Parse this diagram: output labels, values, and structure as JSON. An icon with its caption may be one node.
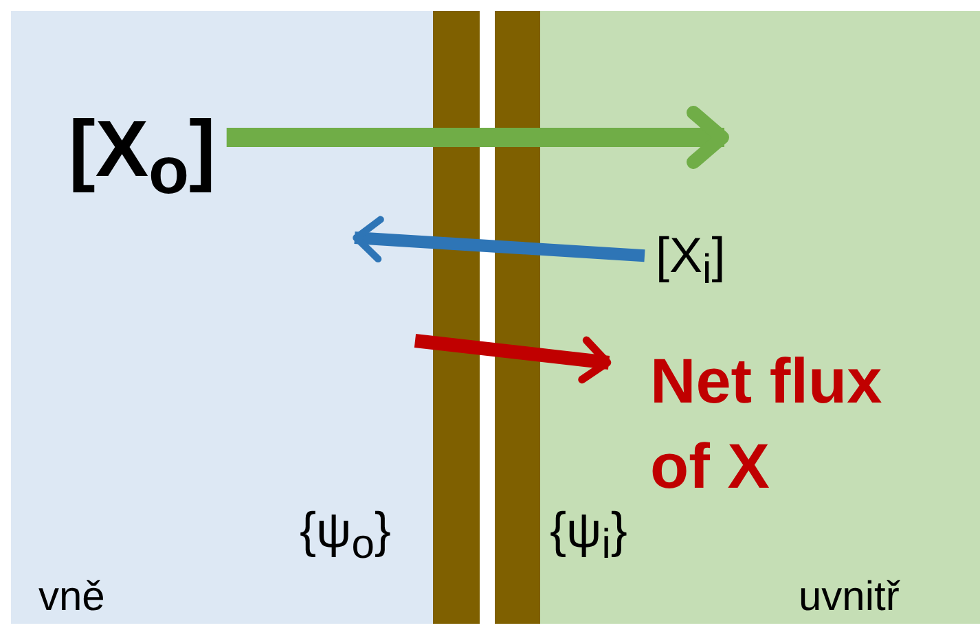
{
  "diagram": {
    "nodes": [
      {
        "text": [
          "vně"
        ]
      },
      {
        "text": [
          "uvnitř"
        ]
      },
      {
        "text": [
          "[X$_{o}$]"
        ],
        "in": 0
      },
      {
        "text": [
          "[X$_{i}$]"
        ],
        "in": 1
      },
      {
        "text": [
          "Net flux of X"
        ],
        "in": 1
      }
    ],
    "edges": [
      {
        "from": 2,
        "to": 3,
        "arrow": "to",
        "color": "#70ad47"
      },
      {
        "from": 3,
        "to": null,
        "arrow": "to",
        "color": "#2e75b6"
      },
      {
        "from": null,
        "to": 4,
        "arrow": "to",
        "color": "#c00000"
      }
    ],
    "labels": [
      "{ψ$_{o}$}",
      "{ψ$_{i}$}"
    ]
  }
}
